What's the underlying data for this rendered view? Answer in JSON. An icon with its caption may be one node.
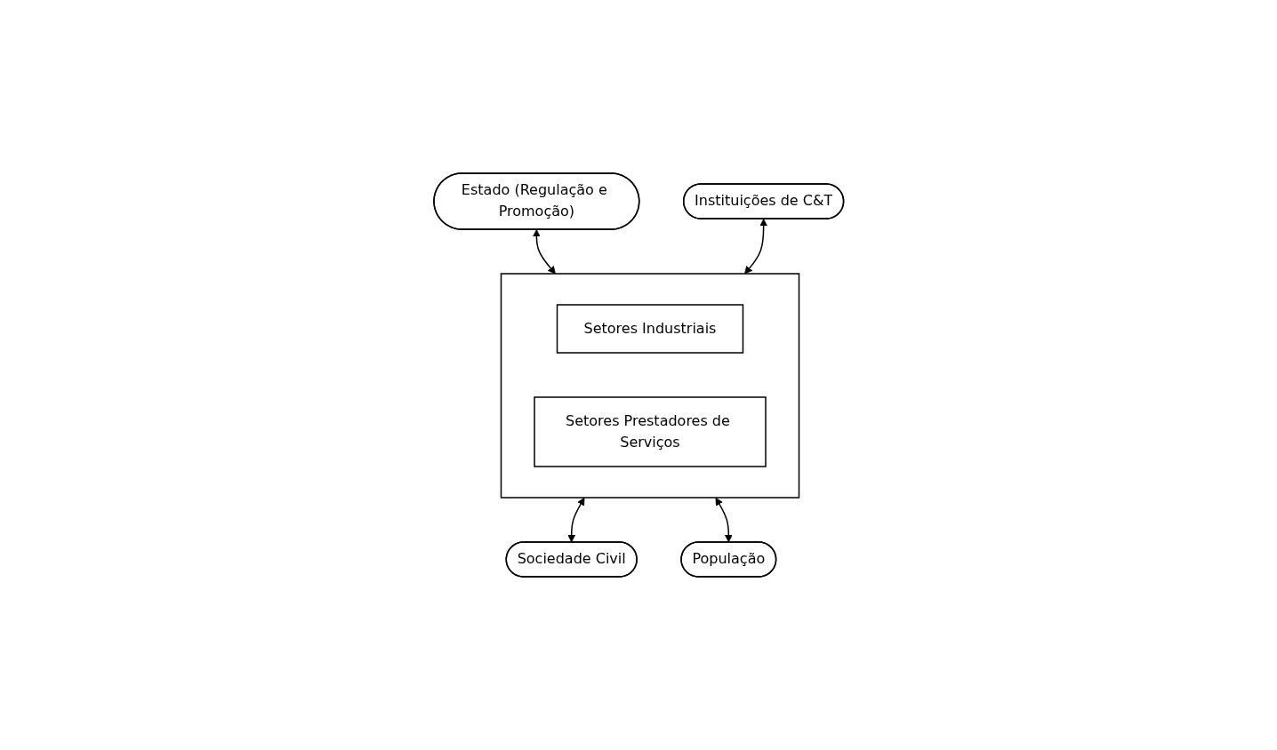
{
  "diagram": {
    "nodes": [
      {
        "text": [
          "Estado (Regulação e Promoção)"
        ]
      },
      {
        "text": [],
        "shape": "box"
      },
      {
        "text": [
          "Setores Industriais"
        ],
        "in": 1
      },
      {
        "text": [
          "Setores Prestadores de Serviços"
        ],
        "in": 1
      },
      {
        "text": [
          "Instituições de C&T"
        ]
      },
      {
        "text": [
          "Sociedade Civil"
        ]
      },
      {
        "text": [
          "População"
        ]
      }
    ],
    "edges": [
      {
        "from": 0,
        "to": 1,
        "arrow": "both"
      },
      {
        "from": 4,
        "to": 1,
        "arrow": "both"
      },
      {
        "from": 1,
        "to": 5,
        "arrow": "both"
      },
      {
        "from": 1,
        "to": 6,
        "arrow": "both"
      }
    ]
  }
}
